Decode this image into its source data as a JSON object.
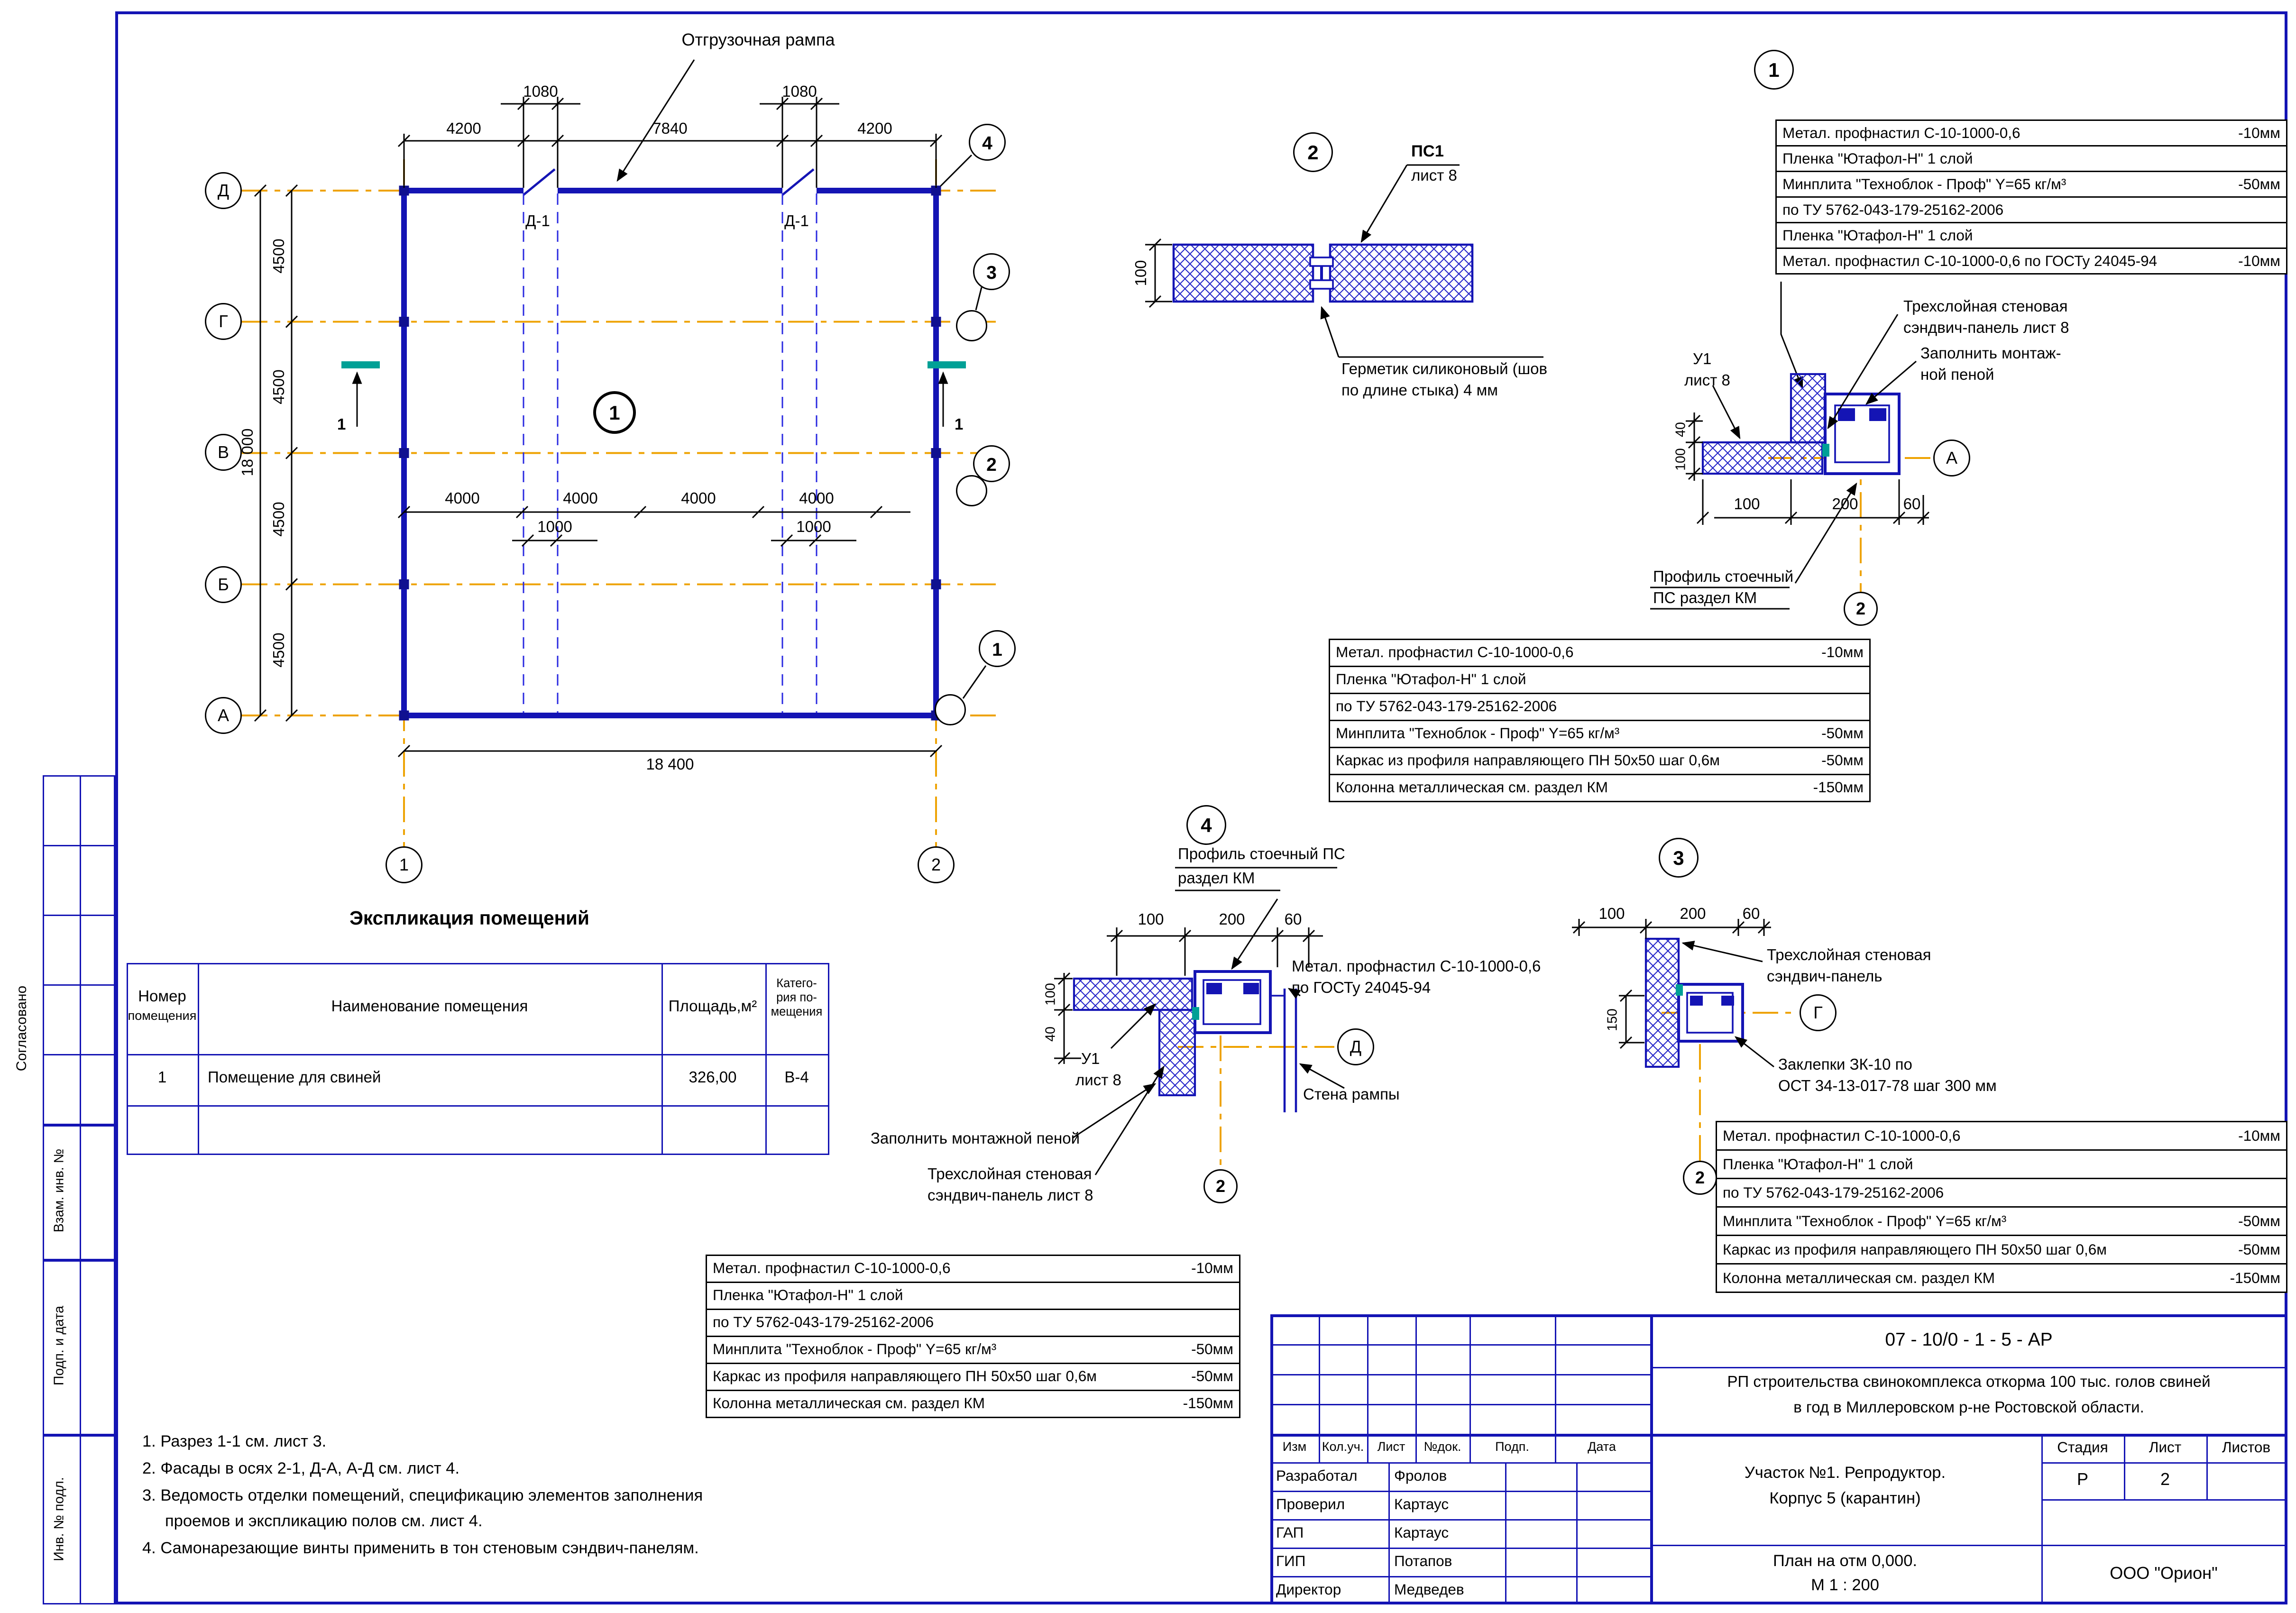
{
  "colors": {
    "line_blue": "#1414b4",
    "axis_orange": "#eea200",
    "section_teal": "#00a096",
    "text": "#000000"
  },
  "plan": {
    "ramp_label": "Отгрузочная рампа",
    "top_dims": [
      "4200",
      "7840",
      "4200"
    ],
    "top_dims_small": [
      "1080",
      "1080"
    ],
    "left_dims": [
      "4500",
      "4500",
      "4500",
      "4500"
    ],
    "left_total": "18 000",
    "bottom_total": "18 400",
    "inner_dims": [
      "4000",
      "4000",
      "4000",
      "4000"
    ],
    "inner_dims_small": [
      "1000",
      "1000"
    ],
    "row_axes": [
      "Д",
      "Г",
      "В",
      "Б",
      "А"
    ],
    "col_axes": [
      "1",
      "2"
    ],
    "doors": [
      "Д-1",
      "Д-1"
    ],
    "room_number": "1",
    "section_label": "1",
    "callouts": [
      "4",
      "3",
      "2",
      "1"
    ]
  },
  "detail2": {
    "number": "2",
    "panel_mark": "ПС1",
    "panel_mark_sub": "лист 8",
    "dim_height": "100",
    "sealant_line1": "Герметик силиконовый (шов",
    "sealant_line2": "по длине стыка) 4 мм"
  },
  "detail1": {
    "number": "1",
    "axis": "А",
    "node_ref": "2",
    "dim_40": "40",
    "dim_100": "100",
    "dims_h": [
      "100",
      "200",
      "60"
    ],
    "label_sandwich1": "Трехслойная стеновая",
    "label_sandwich2": "сэндвич-панель лист 8",
    "label_foam1": "Заполнить монтаж-",
    "label_foam2": "ной пеной",
    "label_u1": "У1",
    "label_u1_sub": "лист 8",
    "label_profile1": "Профиль стоечный",
    "label_profile2": "ПС раздел КМ",
    "layers": [
      {
        "name": "Метал. профнастил С-10-1000-0,6",
        "value": "-10мм"
      },
      {
        "name": "Пленка \"Ютафол-Н\" 1 слой",
        "value": ""
      },
      {
        "name": "Минплита \"Техноблок - Проф\" Y=65 кг/м³",
        "value": "-50мм"
      },
      {
        "name": "по ТУ 5762-043-179-25162-2006",
        "value": ""
      },
      {
        "name": "Пленка \"Ютафол-Н\" 1 слой",
        "value": ""
      },
      {
        "name": "Метал. профнастил С-10-1000-0,6 по ГОСТу 24045-94",
        "value": "-10мм"
      }
    ]
  },
  "detail4": {
    "number": "4",
    "axis": "Д",
    "node_ref": "2",
    "dims_h": [
      "100",
      "200",
      "60"
    ],
    "dim_100": "100",
    "dim_40": "40",
    "label_profile1": "Профиль стоечный ПС",
    "label_profile2": "раздел КМ",
    "label_u1": "У1",
    "label_u1_sub": "лист 8",
    "label_steel1": "Метал. профнастил С-10-1000-0,6",
    "label_steel2": "по ГОСТу 24045-94",
    "label_wall": "Стена рампы",
    "label_foam": "Заполнить монтажной пеной",
    "label_sandwich1": "Трехслойная стеновая",
    "label_sandwich2": "сэндвич-панель  лист 8"
  },
  "detail3": {
    "number": "3",
    "axis": "Г",
    "node_ref": "2",
    "dims_h": [
      "100",
      "200",
      "60"
    ],
    "dim_150": "150",
    "label_sandwich1": "Трехслойная стеновая",
    "label_sandwich2": "сэндвич-панель",
    "label_rivets1": "Заклепки ЗК-10 по",
    "label_rivets2": "ОСТ 34-13-017-78 шаг 300 мм"
  },
  "layer_table": [
    {
      "name": "Метал. профнастил С-10-1000-0,6",
      "value": "-10мм"
    },
    {
      "name": "Пленка \"Ютафол-Н\" 1 слой",
      "value": ""
    },
    {
      "name": "по ТУ 5762-043-179-25162-2006",
      "value": ""
    },
    {
      "name": "Минплита \"Техноблок - Проф\" Y=65 кг/м³",
      "value": "-50мм"
    },
    {
      "name": "Каркас из профиля направляющего ПН 50х50 шаг 0,6м",
      "value": "-50мм"
    },
    {
      "name": "Колонна металлическая см. раздел КМ",
      "value": "-150мм"
    }
  ],
  "schedule": {
    "title": "Экспликация помещений",
    "h_num1": "Номер",
    "h_num2": "помещения",
    "h_name": "Наименование помещения",
    "h_area": "Площадь,м²",
    "h_cat1": "Катего-",
    "h_cat2": "рия по-",
    "h_cat3": "мещения",
    "row": {
      "num": "1",
      "name": "Помещение для свиней",
      "area": "326,00",
      "cat": "В-4"
    }
  },
  "notes": {
    "line1": "1. Разрез 1-1 см. лист 3.",
    "line2": "2. Фасады в осях 2-1, Д-А, А-Д см. лист 4.",
    "line3a": "3. Ведомость отделки помещений, спецификацию элементов заполнения",
    "line3b": "проемов и экспликацию полов см. лист 4.",
    "line4": "4. Самонарезающие винты применить в тон стеновым сэндвич-панелям."
  },
  "title_block": {
    "doc_code": "07 - 10/0 - 1 - 5 - АР",
    "project1": "РП строительства свинокомплекса откорма 100 тыс. голов свиней",
    "project2": "в год в Миллеровском р-не Ростовской области.",
    "object1": "Участок №1. Репродуктор.",
    "object2": "Корпус 5 (карантин)",
    "plan1": "План на отм 0,000.",
    "plan2": "М 1 : 200",
    "org": "ООО \"Орион\"",
    "stage_label": "Стадия",
    "sheet_label": "Лист",
    "sheets_label": "Листов",
    "stage_value": "Р",
    "sheet_value": "2",
    "sheets_value": "",
    "rev_headers": [
      "Изм",
      "Кол.уч.",
      "Лист",
      "№док.",
      "Подп.",
      "Дата"
    ],
    "staff": [
      {
        "role": "Разработал",
        "name": "Фролов"
      },
      {
        "role": "Проверил",
        "name": "Картаус"
      },
      {
        "role": "ГАП",
        "name": "Картаус"
      },
      {
        "role": "ГИП",
        "name": "Потапов"
      },
      {
        "role": "Директор",
        "name": "Медведев"
      }
    ]
  },
  "margin": {
    "agreed": "Согласовано",
    "vzam": "Взам. инв. №",
    "podp": "Подп. и дата",
    "inv": "Инв. № подл."
  }
}
